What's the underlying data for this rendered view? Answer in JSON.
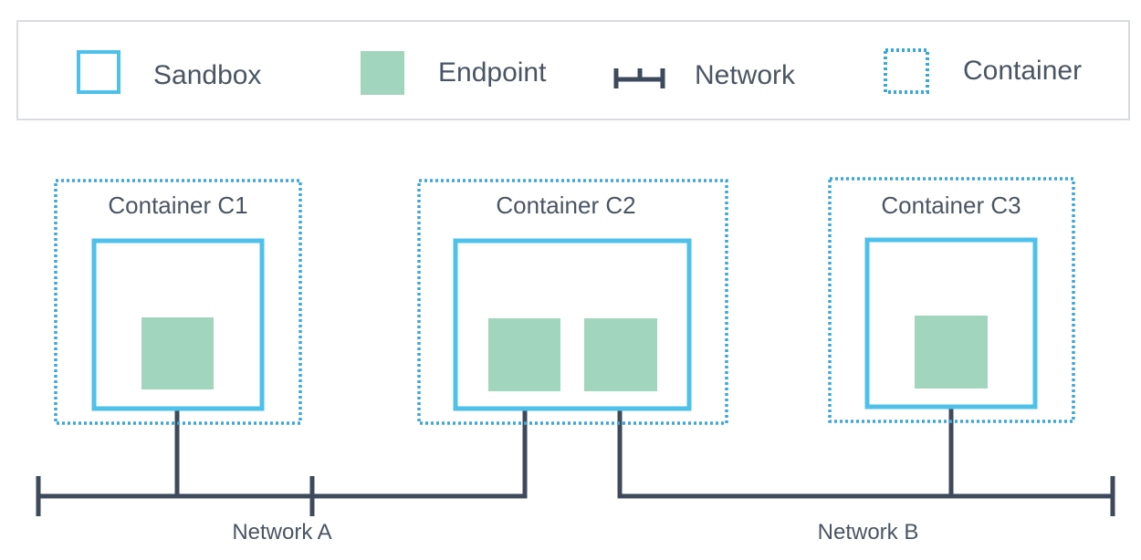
{
  "colors": {
    "sandbox": "#4ec1ea",
    "endpoint": "#a2d5bd",
    "network": "#3d4a5b",
    "container": "#3aa7d8",
    "text": "#4a5563",
    "legend_border": "#d8dcdf"
  },
  "legend": {
    "items": [
      {
        "label": "Sandbox",
        "icon": "sandbox-icon"
      },
      {
        "label": "Endpoint",
        "icon": "endpoint-icon"
      },
      {
        "label": "Network",
        "icon": "network-icon"
      },
      {
        "label": "Container",
        "icon": "container-icon"
      }
    ]
  },
  "containers": [
    {
      "label": "Container C1",
      "endpoints": 1
    },
    {
      "label": "Container C2",
      "endpoints": 2
    },
    {
      "label": "Container C3",
      "endpoints": 1
    }
  ],
  "networks": [
    {
      "label": "Network A"
    },
    {
      "label": "Network B"
    }
  ]
}
